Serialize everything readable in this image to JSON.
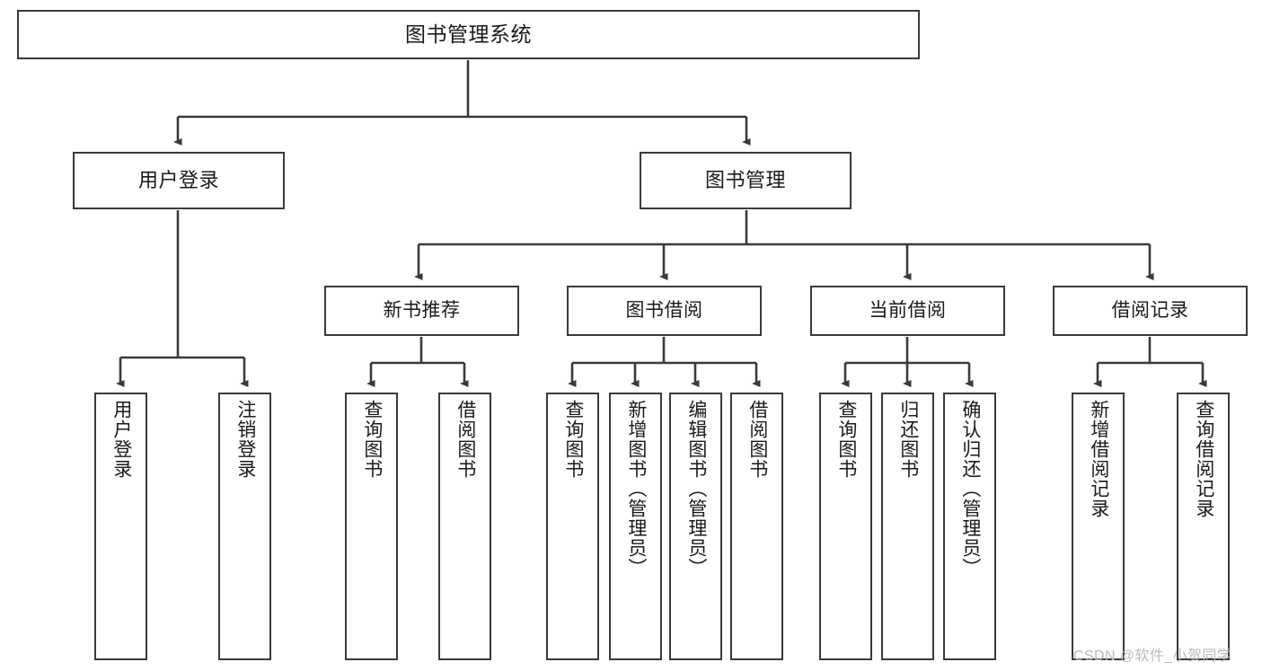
{
  "diagram": {
    "title": "图书管理系统",
    "type": "tree-hierarchy-diagram",
    "colors": {
      "box_border": "#3a3a3a",
      "box_fill": "#ffffff",
      "connector": "#3a3a3a",
      "text": "#1a1a1a",
      "watermark": "#b9b9b9",
      "background": "#ffffff"
    },
    "root": {
      "label": "图书管理系统"
    },
    "level2": [
      {
        "label": "用户登录"
      },
      {
        "label": "图书管理"
      }
    ],
    "level3": [
      {
        "label": "新书推荐"
      },
      {
        "label": "图书借阅"
      },
      {
        "label": "当前借阅"
      },
      {
        "label": "借阅记录"
      }
    ],
    "leaves": {
      "user_login": [
        {
          "label": "用户登录"
        },
        {
          "label": "注销登录"
        }
      ],
      "new_book_recommend": [
        {
          "label": "查询图书"
        },
        {
          "label": "借阅图书"
        }
      ],
      "book_borrow": [
        {
          "label": "查询图书"
        },
        {
          "label": "新增图书（管理员）"
        },
        {
          "label": "编辑图书（管理员）"
        },
        {
          "label": "借阅图书"
        }
      ],
      "current_borrow": [
        {
          "label": "查询图书"
        },
        {
          "label": "归还图书"
        },
        {
          "label": "确认归还（管理员）"
        }
      ],
      "borrow_records": [
        {
          "label": "新增借阅记录"
        },
        {
          "label": "查询借阅记录"
        }
      ]
    }
  },
  "watermark": {
    "text": "CSDN @软件_小贺同学"
  }
}
